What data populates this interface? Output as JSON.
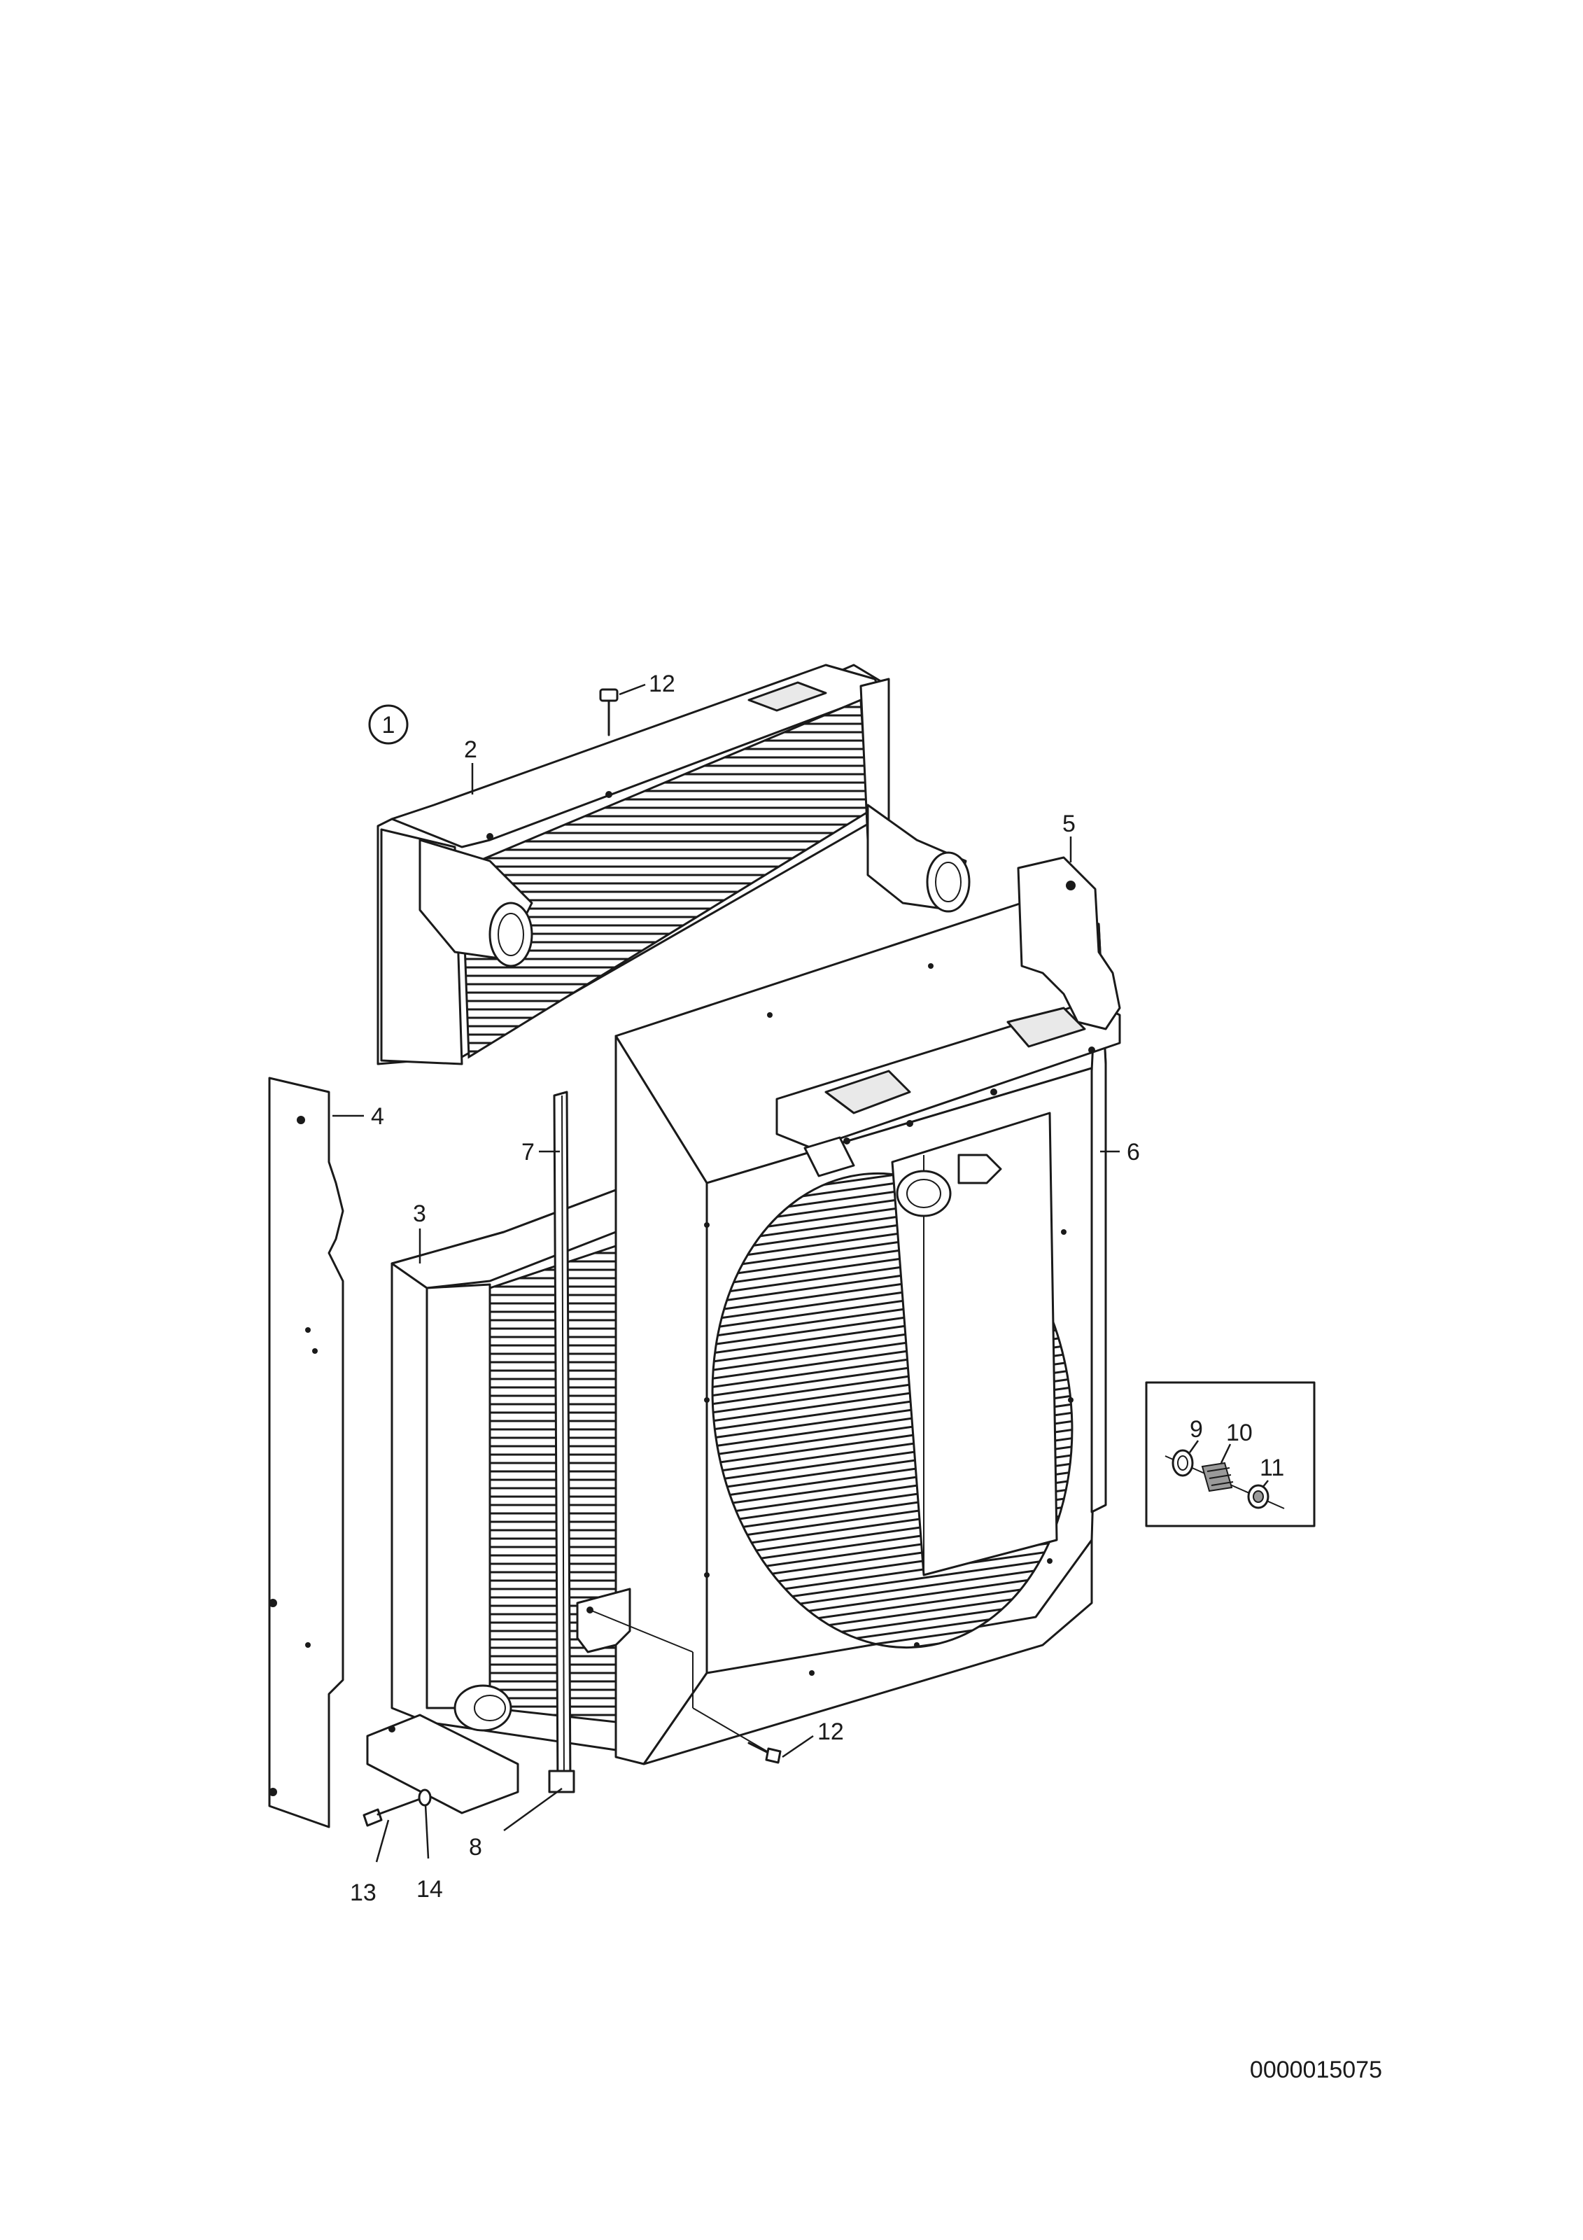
{
  "diagram": {
    "group_marker": "1",
    "document_number": "0000015075",
    "callouts": {
      "c12_top": "12",
      "c2": "2",
      "c5": "5",
      "c4": "4",
      "c7": "7",
      "c6": "6",
      "c3": "3",
      "c9": "9",
      "c10": "10",
      "c11": "11",
      "c12_bottom": "12",
      "c8": "8",
      "c13": "13",
      "c14": "14"
    }
  }
}
